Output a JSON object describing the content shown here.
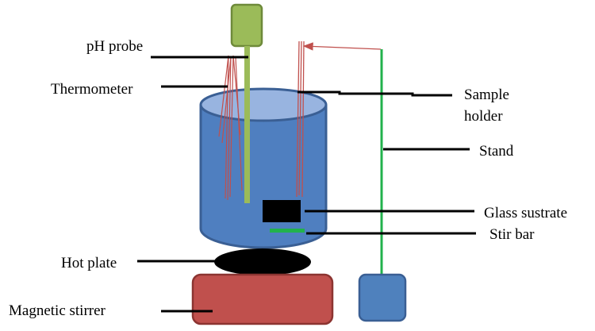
{
  "labels": {
    "ph_probe": "pH probe",
    "thermometer": "Thermometer",
    "sample_holder_1": "Sample",
    "sample_holder_2": "holder",
    "stand": "Stand",
    "glass_substrate": "Glass sustrate",
    "stir_bar": "Stir bar",
    "hot_plate": "Hot plate",
    "magnetic_stirrer": "Magnetic stirrer"
  },
  "colors": {
    "beaker_fill": "#4f7fc0",
    "beaker_top": "#98b4e0",
    "beaker_stroke": "#3a5f94",
    "probe": "#9bbb59",
    "probe_stroke": "#6e8a3a",
    "stand": "#22b24c",
    "stir_bar": "#22b24c",
    "wire": "#c0504d",
    "hot_plate": "#000000",
    "stirrer_fill": "#c0504d",
    "stirrer_stroke": "#8c3431",
    "stand_base": "#4f81bd"
  }
}
